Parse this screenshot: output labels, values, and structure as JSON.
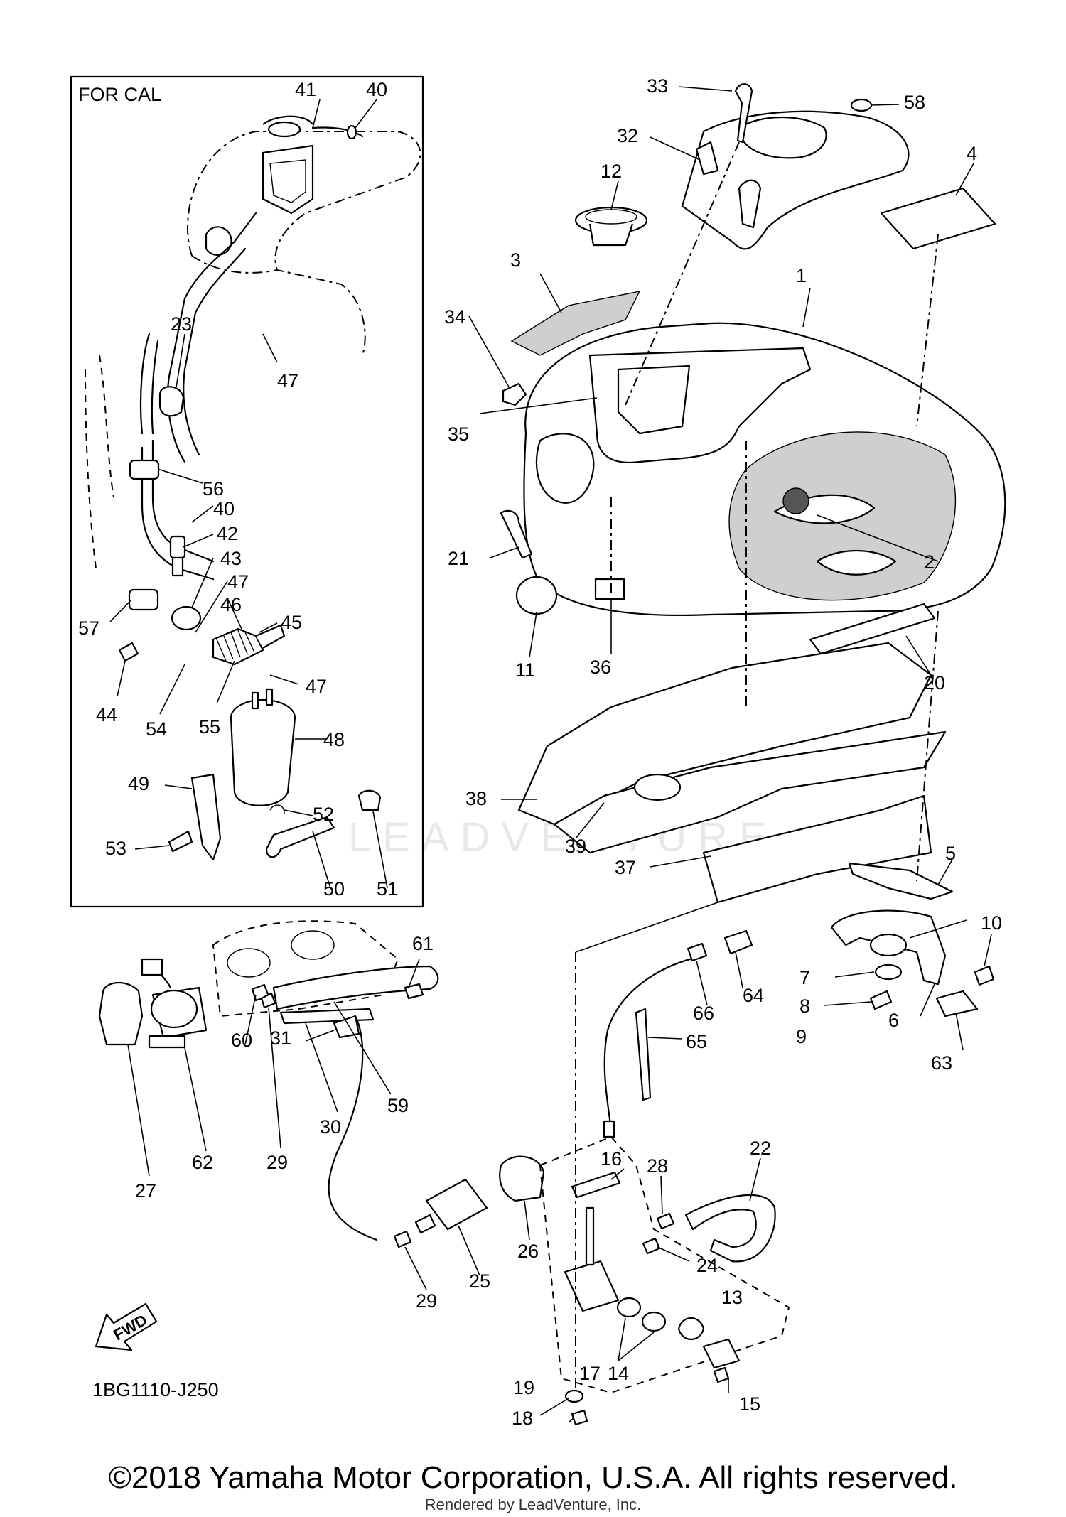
{
  "diagram": {
    "box_title": "FOR CAL",
    "drawing_code": "1BG1110-J250",
    "fwd_label": "FWD",
    "part_numbers": [
      "1",
      "2",
      "3",
      "4",
      "5",
      "6",
      "7",
      "8",
      "9",
      "10",
      "11",
      "12",
      "13",
      "14",
      "15",
      "16",
      "17",
      "18",
      "19",
      "20",
      "21",
      "22",
      "23",
      "24",
      "25",
      "26",
      "27",
      "28",
      "29",
      "29",
      "30",
      "31",
      "32",
      "33",
      "34",
      "35",
      "36",
      "37",
      "38",
      "39",
      "40",
      "40",
      "41",
      "42",
      "43",
      "44",
      "45",
      "46",
      "47",
      "47",
      "47",
      "48",
      "49",
      "50",
      "51",
      "52",
      "53",
      "54",
      "55",
      "56",
      "57",
      "58",
      "59",
      "60",
      "61",
      "62",
      "63",
      "64",
      "65",
      "66"
    ]
  },
  "footer": {
    "copyright": "©2018 Yamaha Motor Corporation, U.S.A. All rights reserved.",
    "rendered_by": "Rendered by LeadVenture, Inc."
  },
  "watermark": "LEADVENTURE"
}
